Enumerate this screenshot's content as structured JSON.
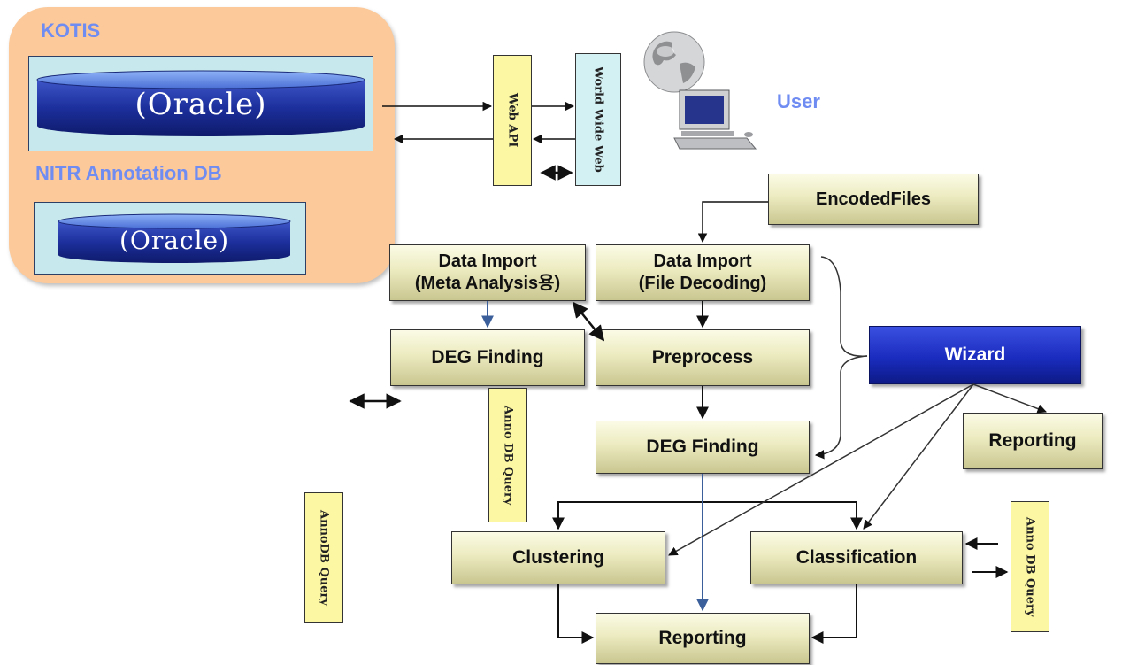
{
  "database": {
    "kotis_label": "KOTIS",
    "kotis_db": "(Oracle)",
    "annotation_label": "NITR Annotation DB",
    "annotation_db": "(Oracle)"
  },
  "web": {
    "web_api": "Web API",
    "www": "World Wide Web",
    "user": "User"
  },
  "inputs": {
    "encoded_files": "EncodedFiles"
  },
  "meta_branch": {
    "import_line1": "Data Import",
    "import_line2": "(Meta Analysis용)",
    "deg": "DEG Finding",
    "anno_query": "Anno DB Query"
  },
  "main_branch": {
    "import_line1": "Data Import",
    "import_line2": "(File Decoding)",
    "preprocess": "Preprocess",
    "deg": "DEG Finding",
    "clustering": "Clustering",
    "classification": "Classification",
    "reporting": "Reporting"
  },
  "wizard": {
    "label": "Wizard",
    "reporting": "Reporting"
  },
  "side_queries": {
    "left": "AnnoDB Query",
    "right": "Anno DB Query"
  },
  "colors": {
    "panel": "#fbc99a",
    "label_blue": "#6f8cf2",
    "process_box": "#ecebc0",
    "wizard": "#1a2cbf",
    "note_yellow": "#fbf7a3"
  }
}
